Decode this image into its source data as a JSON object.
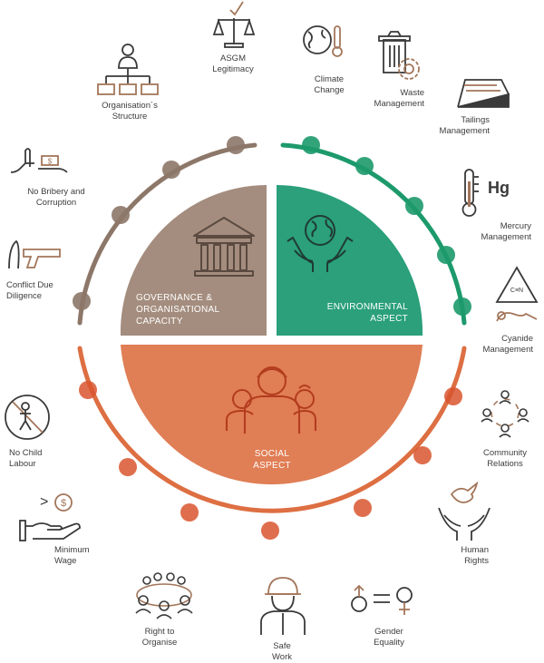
{
  "colors": {
    "governance": "#a48d7e",
    "governance_ring": "#8c7769",
    "environmental": "#2ba07a",
    "environmental_ring": "#1d9a6c",
    "social": "#e07e55",
    "social_ring": "#dd6f42",
    "social_dot": "#d9552f",
    "icon_dark": "#3a3a3a",
    "icon_accent": "#a3765a",
    "label_text": "#3d3d3d"
  },
  "segments": {
    "governance": [
      "GOVERNANCE &",
      "ORGANISATIONAL",
      "CAPACITY"
    ],
    "environmental": [
      "ENVIRONMENTAL",
      "ASPECT"
    ],
    "social": [
      "SOCIAL",
      "ASPECT"
    ]
  },
  "labels": {
    "asgm": [
      "ASGM",
      "Legitimacy"
    ],
    "org_structure": [
      "Organisation´s",
      "Structure"
    ],
    "climate": [
      "Climate",
      "Change"
    ],
    "waste": [
      "Waste",
      "Management"
    ],
    "tailings": [
      "Tailings",
      "Management"
    ],
    "bribery": [
      "No Bribery and",
      "Corruption"
    ],
    "mercury": [
      "Mercury",
      "Management"
    ],
    "conflict": [
      "Conflict Due",
      "Diligence"
    ],
    "cyanide": [
      "Cyanide",
      "Management"
    ],
    "child_labour": [
      "No Child",
      "Labour"
    ],
    "community": [
      "Community",
      "Relations"
    ],
    "min_wage": [
      "Minimum",
      "Wage"
    ],
    "human_rights": [
      "Human",
      "Rights"
    ],
    "right_org": [
      "Right to",
      "Organise"
    ],
    "safe_work": [
      "Safe",
      "Work"
    ],
    "gender": [
      "Gender",
      "Equality"
    ]
  },
  "icon_text": {
    "mercury_symbol": "Hg",
    "cyanide_formula": "C≡N",
    "money_symbol": "$",
    "greater_than": ">"
  },
  "icons": [
    "scale-icon",
    "org-chart-icon",
    "globe-thermometer-icon",
    "trash-gear-icon",
    "tailings-icon",
    "bribe-hand-icon",
    "thermometer-icon",
    "gun-hand-icon",
    "cyanide-warning-icon",
    "no-child-labour-icon",
    "community-icon",
    "wage-hand-icon",
    "dove-hands-icon",
    "group-icon",
    "worker-helmet-icon",
    "gender-icon",
    "building-icon",
    "globe-hands-icon",
    "people-icon"
  ]
}
